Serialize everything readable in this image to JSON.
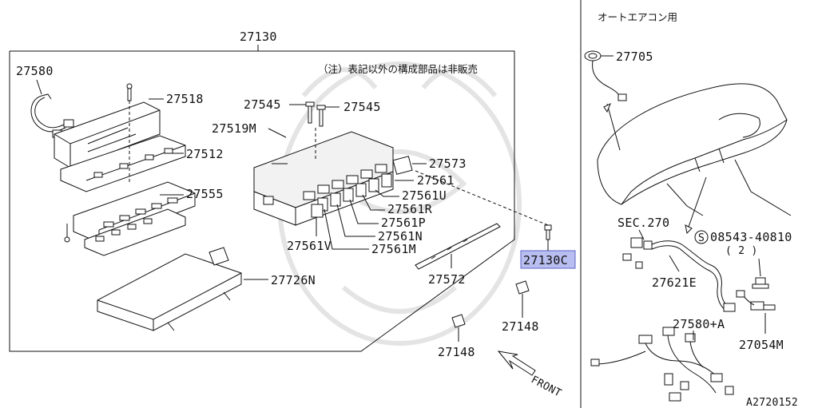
{
  "header": {
    "main_assembly": "27130",
    "note": "（注）表記以外の構成部品は非販売",
    "right_panel_title": "オートエアコン用"
  },
  "parts": {
    "p27580": "27580",
    "p27518": "27518",
    "p27512": "27512",
    "p27555": "27555",
    "p27545a": "27545",
    "p27545b": "27545",
    "p27519M": "27519M",
    "p27573": "27573",
    "p27561": "27561",
    "p27561U": "27561U",
    "p27561R": "27561R",
    "p27561P": "27561P",
    "p27561N": "27561N",
    "p27561M": "27561M",
    "p27561V": "27561V",
    "p27572": "27572",
    "p27726N": "27726N",
    "p27130C": "27130C",
    "p27148a": "27148",
    "p27148b": "27148",
    "p27705": "27705",
    "sec270": "SEC.270",
    "s_symbol": "S",
    "p08543": "08543-40810",
    "qty2": "( 2 )",
    "p27621E": "27621E",
    "p27580A": "27580+A",
    "p27054M": "27054M"
  },
  "front_label": "FRONT",
  "diagram_code": "A2720152",
  "colors": {
    "highlight_fill": "#b9bef0",
    "highlight_stroke": "#5b63c9",
    "line": "#111111",
    "watermark": "#e4e4e4"
  }
}
